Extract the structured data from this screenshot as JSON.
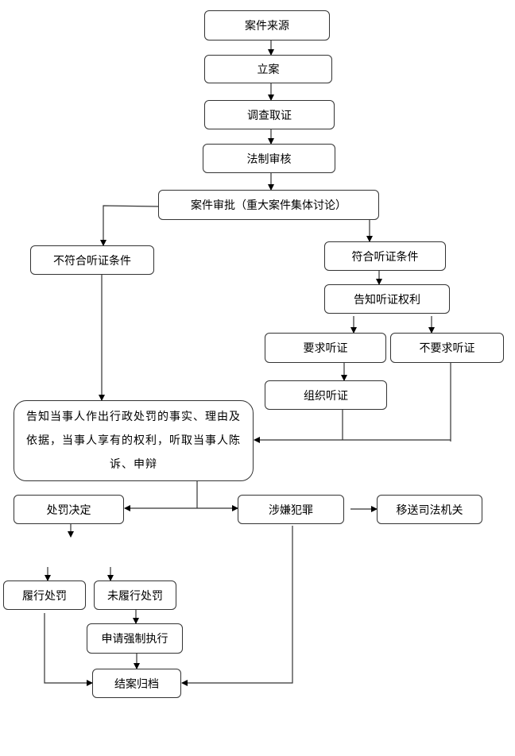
{
  "nodes": {
    "source": "案件来源",
    "filing": "立案",
    "investigation": "调查取证",
    "legal_review": "法制审核",
    "approval": "案件审批（重大案件集体讨论）",
    "not_hearing": "不符合听证条件",
    "hearing": "符合听证条件",
    "notify_hearing": "告知听证权利",
    "request_hearing": "要求听证",
    "no_request_hearing": "不要求听证",
    "organize_hearing": "组织听证",
    "notify_party": "告知当事人作出行政处罚的事实、理由及依据，当事人享有的权利，听取当事人陈诉、申辩",
    "decision": "处罚决定",
    "suspected_crime": "涉嫌犯罪",
    "transfer_judicial": "移送司法机关",
    "fulfilled": "履行处罚",
    "not_fulfilled": "未履行处罚",
    "enforcement": "申请强制执行",
    "close_archive": "结案归档"
  }
}
